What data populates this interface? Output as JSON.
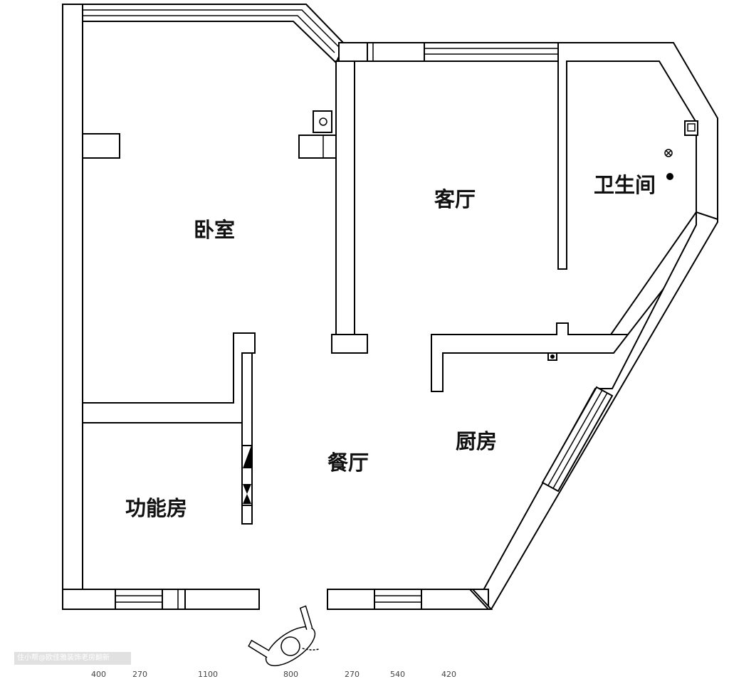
{
  "rooms": {
    "bedroom": "卧室",
    "living_room": "客厅",
    "bathroom": "卫生间",
    "dining_room": "餐厅",
    "kitchen": "厨房",
    "utility_room": "功能房"
  },
  "watermark": "住小帮@欧佳雅装饰老房翻新",
  "dimensions": [
    "400",
    "270",
    "1100",
    "800",
    "270",
    "540",
    "420"
  ],
  "colors": {
    "wall_fill": "#ffffff",
    "line": "#000000",
    "text": "#111111"
  },
  "icons": [
    "person-entrance-icon",
    "socket-icon",
    "light-fixture-icon",
    "drain-icon"
  ]
}
